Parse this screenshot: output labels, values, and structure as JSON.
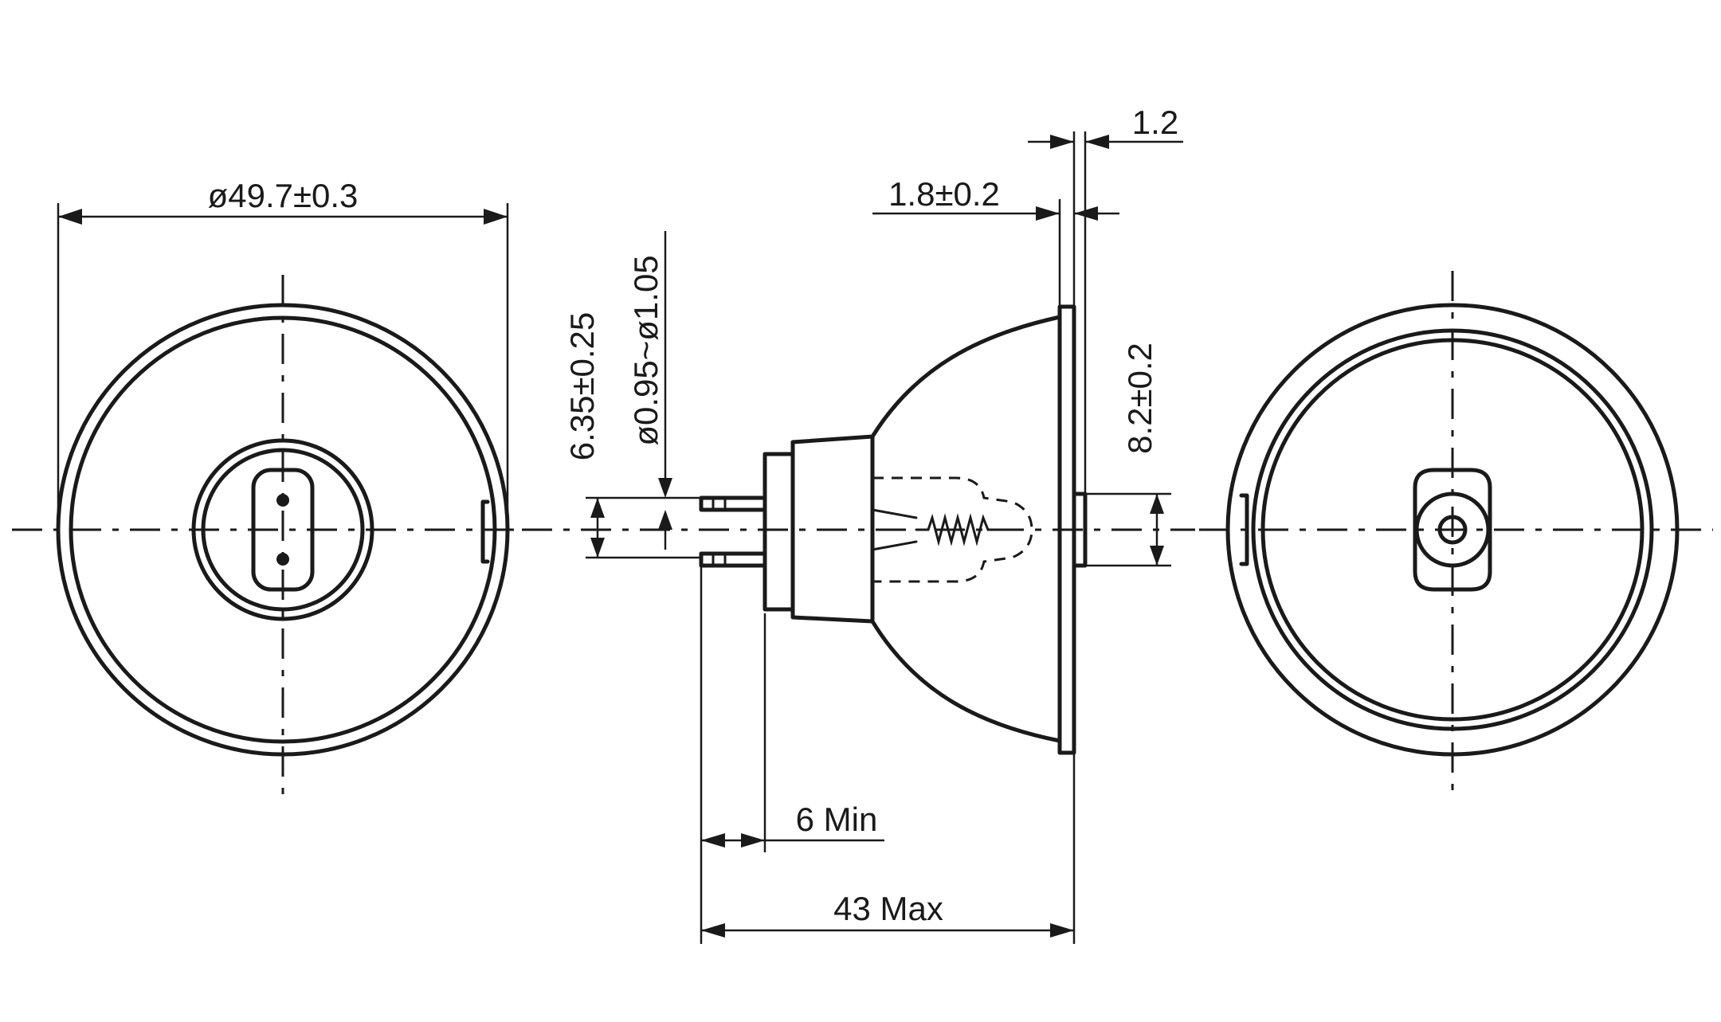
{
  "dimensions": {
    "front_diameter": "ø49.7±0.3",
    "lead_pitch": "6.35±0.25",
    "pin_diameter": "ø0.95~ø1.05",
    "rim_width": "1.8±0.2",
    "glass_thickness": "1.2",
    "lens_height": "8.2±0.2",
    "pin_length": "6 Min",
    "overall_length": "43 Max"
  }
}
